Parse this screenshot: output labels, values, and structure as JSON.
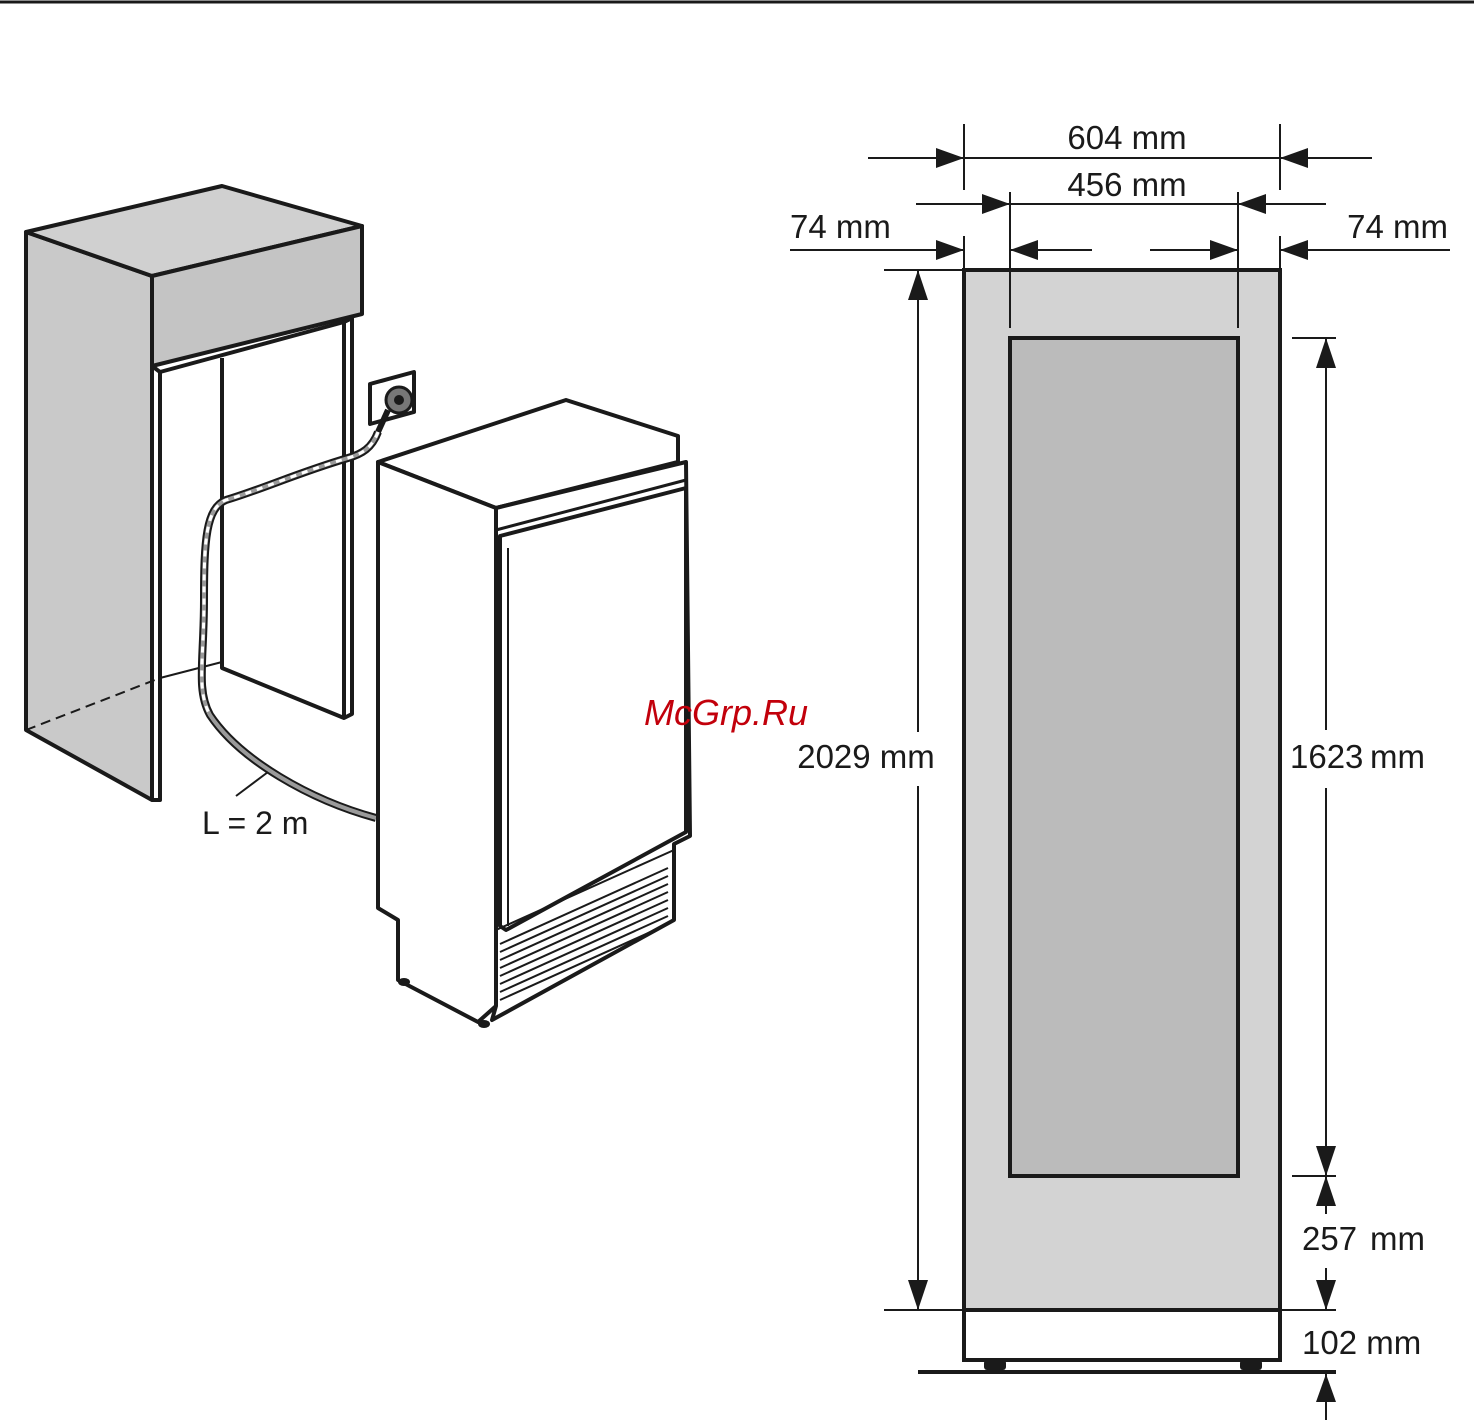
{
  "installation_view": {
    "cable_length_label": "L = 2 m"
  },
  "dimension_view": {
    "total_width": "604 mm",
    "door_panel_width": "456 mm",
    "left_margin": "74 mm",
    "right_margin": "74 mm",
    "total_height": "2029 mm",
    "panel_height": "1623",
    "panel_height_unit": "mm",
    "bottom_offset": "257",
    "bottom_offset_unit": "mm",
    "plinth_height": "102 mm"
  },
  "watermark": "McGrp.Ru",
  "colors": {
    "line": "#1a1a1a",
    "cabinet_fill": "#c9c9c9",
    "door_fill": "#d3d3d3",
    "panel_fill": "#bbbbbb",
    "watermark": "#c2000b"
  }
}
